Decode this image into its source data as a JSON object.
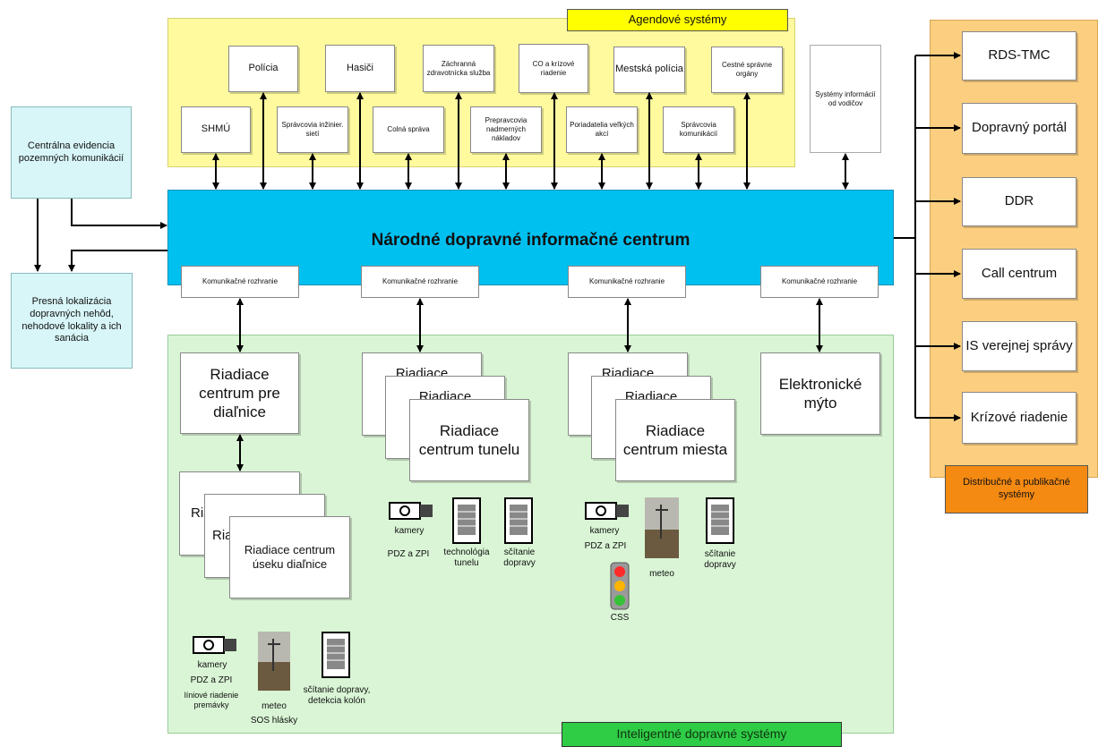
{
  "agendove": {
    "title": "Agendové systémy",
    "top_row": [
      "Polícia",
      "Hasiči",
      "Záchranná zdravotnícka služba",
      "CO a krízové riadenie",
      "Mestská polícia",
      "Cestné správne orgány"
    ],
    "bottom_row": [
      "SHMÚ",
      "Správcovia inžinier. sietí",
      "Colná správa",
      "Prepravcovia nadmerných nákladov",
      "Poriadatelia veľkých akcí",
      "Správcovia komunikácií"
    ]
  },
  "vodici": "Systémy informácií od vodičov",
  "ceps": "Centrálna evidencia pozemných komunikácií",
  "lokalizacia": "Presná lokalizácia dopravných nehôd, nehodové lokality a ich sanácia",
  "center": {
    "title": "Národné dopravné informačné centrum",
    "interfaces": [
      "Komunikačné rozhranie",
      "Komunikačné rozhranie",
      "Komunikačné rozhranie",
      "Komunikačné rozhranie"
    ]
  },
  "distribution": {
    "title": "Distribučné a publikačné systémy",
    "items": [
      "RDS-TMC",
      "Dopravný portál",
      "DDR",
      "Call centrum",
      "IS verejnej správy",
      "Krízové riadenie"
    ]
  },
  "its": {
    "title": "Inteligentné dopravné systémy",
    "dialnice": "Riadiace centrum pre diaľnice",
    "usek_back1": "Ria",
    "usek_back2": "Riadi úse",
    "usek_front": "Riadiace centrum úseku diaľnice",
    "tunel_back1": "Riadiace",
    "tunel_back2": "Riadiace",
    "tunel_front": "Riadiace centrum tunelu",
    "miesto_back1": "Riadiace",
    "miesto_back2": "Riadiace",
    "miesto_front": "Riadiace centrum miesta",
    "myto": "Elektronické mýto",
    "tunel_labels": {
      "kamery": "kamery",
      "pdz": "PDZ a ZPI",
      "technologia": "technológia tunelu",
      "scitanie": "sčítanie dopravy"
    },
    "miesto_labels": {
      "kamery": "kamery",
      "pdz": "PDZ a ZPI",
      "meteo": "meteo",
      "scitanie": "sčítanie dopravy",
      "css": "CSS"
    },
    "usek_labels": {
      "kamery": "kamery",
      "pdz": "PDZ a ZPI",
      "liniove": "líniové riadenie premávky",
      "meteo": "meteo",
      "sos": "SOS hlásky",
      "scitanie": "sčítanie dopravy, detekcia kolón"
    }
  },
  "colors": {
    "agendove_bg": "#fffa9e",
    "agendove_title_bg": "#ffff00",
    "center_bg": "#00c0f0",
    "distribution_bg": "#fccf80",
    "distribution_title_bg": "#f58a12",
    "its_bg": "#d9f5d5",
    "its_title_bg": "#2fcc46",
    "ceps_bg": "#d8f6f8"
  }
}
